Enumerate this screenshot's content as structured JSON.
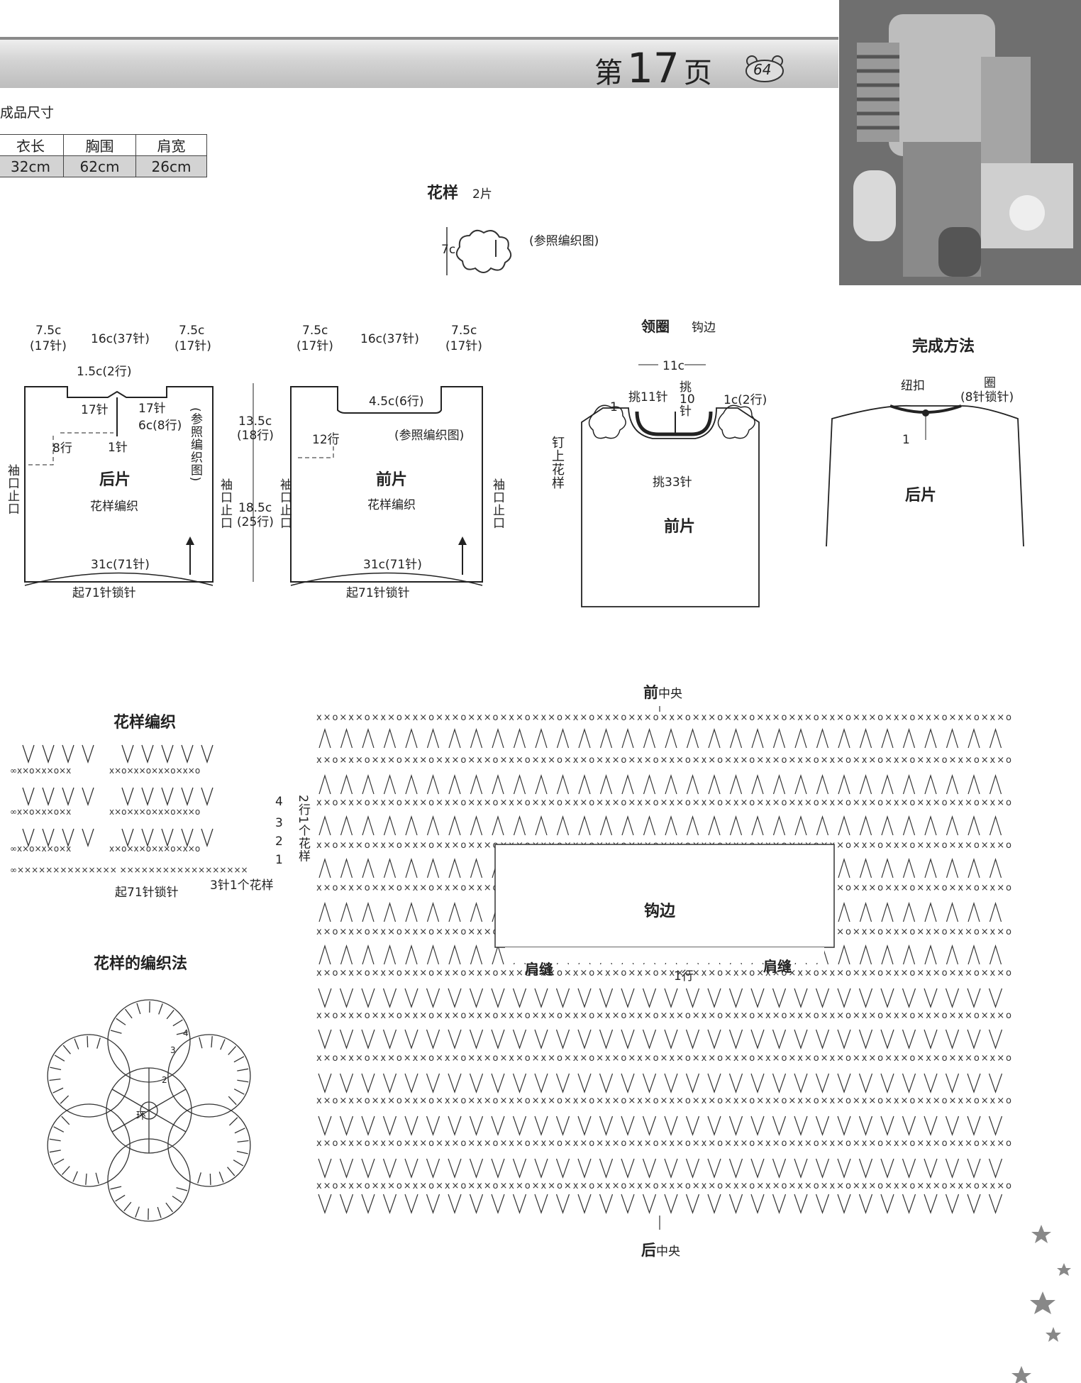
{
  "header": {
    "page_prefix": "第",
    "page_num": "17",
    "page_suffix": "页",
    "folio": "64"
  },
  "size_table": {
    "title": "成品尺寸",
    "headers": [
      "衣长",
      "胸围",
      "肩宽"
    ],
    "values": [
      "32cm",
      "62cm",
      "26cm"
    ]
  },
  "motif": {
    "title": "花样",
    "count": "2片",
    "height": "7c",
    "note": "(参照编织图)"
  },
  "back_piece": {
    "top_left": "7.5c",
    "top_left_st": "(17针)",
    "top_mid": "16c(37针)",
    "top_right": "7.5c",
    "top_right_st": "(17针)",
    "neck_rows": "1.5c(2行)",
    "st17a": "17针",
    "st17b": "17针",
    "neck_slit": "6c(8行)",
    "ref": "(参照编织图)",
    "rows8": "8行",
    "st1": "1针",
    "name": "后片",
    "stitch": "花样编织",
    "armhole": "袖口止口",
    "upper_h": "13.5c",
    "upper_rows": "(18行)",
    "lower_h": "18.5c",
    "lower_rows": "(25行)",
    "bottom": "31c(71针)",
    "chain": "起71针锁针"
  },
  "front_piece": {
    "top_left": "7.5c",
    "top_left_st": "(17针)",
    "top_mid": "16c(37针)",
    "top_right": "7.5c",
    "top_right_st": "(17针)",
    "neck": "4.5c(6行)",
    "rows12": "12行",
    "ref": "(参照编织图)",
    "name": "前片",
    "stitch": "花样编织",
    "armhole": "袖口止口",
    "bottom": "31c(71针)",
    "chain": "起71针锁针"
  },
  "collar": {
    "title": "领圈",
    "sub": "钩边",
    "width": "11c",
    "pick11": "挑11针",
    "pick10": "挑10针",
    "rows": "1c(2行)",
    "one": "1",
    "sew": "钉上花样",
    "pick33": "挑33针",
    "name": "前片"
  },
  "finish": {
    "title": "完成方法",
    "button": "纽扣",
    "loop": "圈",
    "loop_st": "(8针锁针)",
    "one": "1",
    "name": "后片"
  },
  "pattern_stitch": {
    "title": "花样编织",
    "chain": "起71针锁针",
    "repeat": "3针1个花样",
    "rows": [
      "4",
      "3",
      "2",
      "1"
    ],
    "repeat_rows": "2行1个花样"
  },
  "motif_method": {
    "title": "花样的编织法",
    "ring": "环",
    "r2": "2",
    "r3": "3",
    "r4": "4"
  },
  "chart": {
    "front": "前",
    "front_sub": "中央",
    "back": "后",
    "back_sub": "中央",
    "edge": "钩边",
    "shoulder_l": "肩缝",
    "shoulder_r": "肩缝",
    "row1": "1行"
  }
}
